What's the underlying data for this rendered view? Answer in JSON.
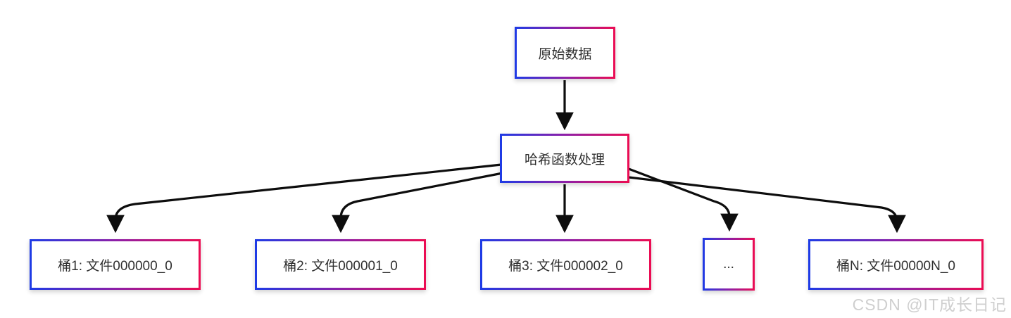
{
  "diagram": {
    "root": {
      "label": "原始数据"
    },
    "process": {
      "label": "哈希函数处理"
    },
    "buckets": [
      {
        "label": "桶1: 文件000000_0"
      },
      {
        "label": "桶2: 文件000001_0"
      },
      {
        "label": "桶3: 文件000002_0"
      },
      {
        "label": "..."
      },
      {
        "label": "桶N: 文件00000N_0"
      }
    ],
    "colors": {
      "blue": "#1d3be6",
      "purple": "#8d1fa8",
      "pink": "#ec0c52",
      "arrow": "#0d0d0d",
      "text": "#303030",
      "watermark": "#cfcfcf"
    }
  },
  "watermark": {
    "text": "CSDN @IT成长日记"
  }
}
